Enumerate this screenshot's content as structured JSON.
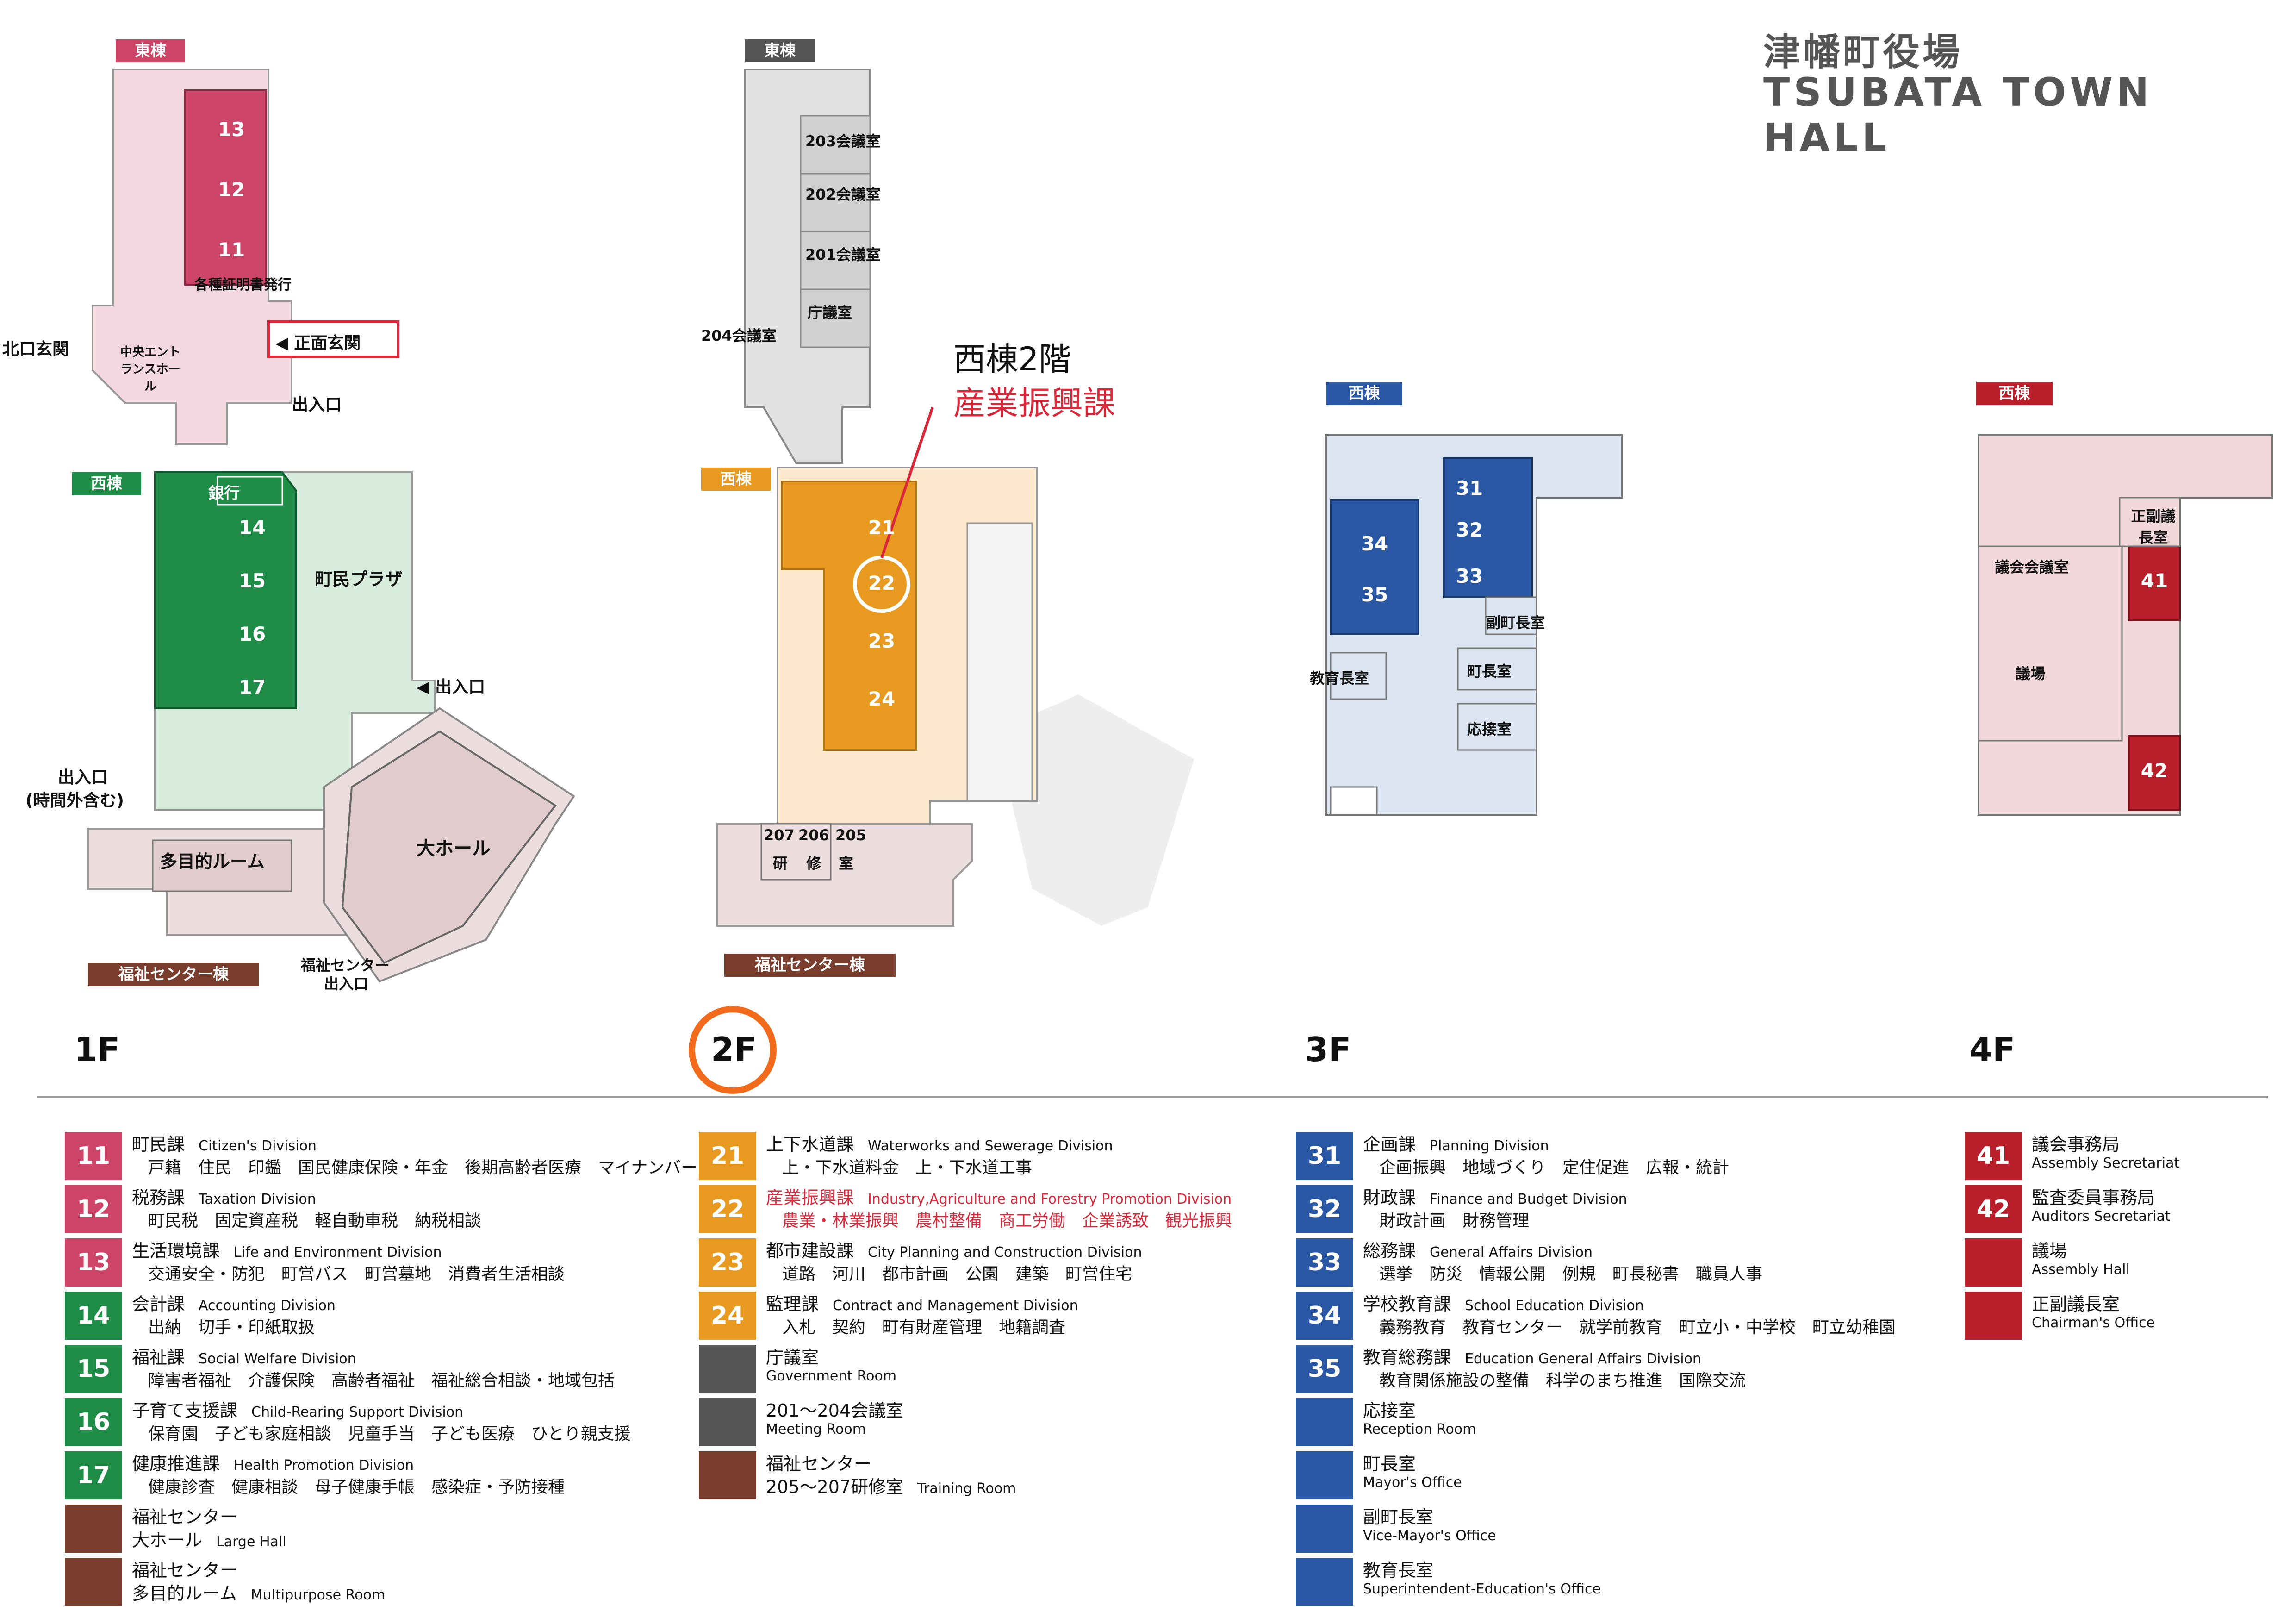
{
  "title_jp": "津幡町役場",
  "title_en": "TSUBATA TOWN HALL",
  "colors": {
    "pink": "#cc4466",
    "green": "#1e8b46",
    "orange": "#e89a20",
    "blue": "#2957a4",
    "darkred": "#b81f2a",
    "gray": "#555555",
    "brown": "#7a3e2e"
  },
  "f1": {
    "east_tag": "東棟",
    "west_tag": "西棟",
    "fukushi_tag": "福祉センター棟",
    "certificate": "各種証明書発行",
    "north_entrance": "北口玄関",
    "main_entrance": "正面玄関",
    "entrance_hall": "中央エントランスホール",
    "entrance": "出入口",
    "bank": "銀行",
    "plaza": "町民プラザ",
    "after_hours_1": "出入口",
    "after_hours_2": "(時間外含む)",
    "multi_room": "多目的ルーム",
    "big_hall": "大ホール",
    "fc_entrance_1": "福祉センター",
    "fc_entrance_2": "出入口",
    "rooms": [
      "13",
      "12",
      "11",
      "14",
      "15",
      "16",
      "17"
    ],
    "floor_label": "1F"
  },
  "f2": {
    "east_tag": "東棟",
    "west_tag": "西棟",
    "fukushi_tag": "福祉センター棟",
    "r203": "203会議室",
    "r202": "202会議室",
    "r201": "201会議室",
    "chogi": "庁議室",
    "r204": "204会議室",
    "callout_1": "西棟2階",
    "callout_2": "産業振興課",
    "rooms": [
      "21",
      "22",
      "23",
      "24"
    ],
    "training_nums": [
      "207",
      "206",
      "205"
    ],
    "training_chars": [
      "研",
      "修",
      "室"
    ],
    "floor_label": "2F"
  },
  "f3": {
    "west_tag": "西棟",
    "rooms": [
      "34",
      "35",
      "31",
      "32",
      "33"
    ],
    "vice_mayor": "副町長室",
    "mayor": "町長室",
    "reception": "応接室",
    "edu_chief": "教育長室",
    "floor_label": "3F"
  },
  "f4": {
    "west_tag": "西棟",
    "chairman": "正副議長室",
    "council_room": "議会会議室",
    "assembly": "議場",
    "rooms": [
      "41",
      "42"
    ],
    "floor_label": "4F"
  },
  "legend": [
    {
      "num": "11",
      "name": "町民課",
      "en": "Citizen's Division",
      "sub": "戸籍　住民　印鑑　国民健康保険・年金　後期高齢者医療　マイナンバー",
      "color": "pink"
    },
    {
      "num": "12",
      "name": "税務課",
      "en": "Taxation Division",
      "sub": "町民税　固定資産税　軽自動車税　納税相談",
      "color": "pink"
    },
    {
      "num": "13",
      "name": "生活環境課",
      "en": "Life and Environment Division",
      "sub": "交通安全・防犯　町営バス　町営墓地　消費者生活相談",
      "color": "pink"
    },
    {
      "num": "14",
      "name": "会計課",
      "en": "Accounting Division",
      "sub": "出納　切手・印紙取扱",
      "color": "green"
    },
    {
      "num": "15",
      "name": "福祉課",
      "en": "Social Welfare Division",
      "sub": "障害者福祉　介護保険　高齢者福祉　福祉総合相談・地域包括",
      "color": "green"
    },
    {
      "num": "16",
      "name": "子育て支援課",
      "en": "Child-Rearing Support Division",
      "sub": "保育園　子ども家庭相談　児童手当　子ども医療　ひとり親支援",
      "color": "green"
    },
    {
      "num": "17",
      "name": "健康推進課",
      "en": "Health Promotion Division",
      "sub": "健康診査　健康相談　母子健康手帳　感染症・予防接種",
      "color": "green"
    },
    {
      "num": "",
      "name": "福祉センター",
      "en": "",
      "sub": "",
      "line2": "大ホール",
      "en2": "Large Hall",
      "color": "brown"
    },
    {
      "num": "",
      "name": "福祉センター",
      "en": "",
      "sub": "",
      "line2": "多目的ルーム",
      "en2": "Multipurpose Room",
      "color": "brown"
    },
    {
      "num": "21",
      "name": "上下水道課",
      "en": "Waterworks and Sewerage Division",
      "sub": "上・下水道料金　上・下水道工事",
      "color": "orange"
    },
    {
      "num": "22",
      "name": "産業振興課",
      "en": "Industry,Agriculture and Forestry Promotion Division",
      "sub": "農業・林業振興　農村整備　商工労働　企業誘致　観光振興",
      "color": "orange",
      "highlight": true
    },
    {
      "num": "23",
      "name": "都市建設課",
      "en": "City Planning and Construction Division",
      "sub": "道路　河川　都市計画　公園　建築　町営住宅",
      "color": "orange"
    },
    {
      "num": "24",
      "name": "監理課",
      "en": "Contract and Management Division",
      "sub": "入札　契約　町有財産管理　地籍調査",
      "color": "orange"
    },
    {
      "num": "",
      "name": "庁議室",
      "en": "",
      "sub": "",
      "en_line": "Government Room",
      "color": "gray"
    },
    {
      "num": "",
      "name": "201～204会議室",
      "en": "",
      "sub": "",
      "en_line": "Meeting Room",
      "color": "gray"
    },
    {
      "num": "",
      "name": "福祉センター",
      "en": "",
      "sub": "",
      "line2": "205～207研修室",
      "en2": "Training Room",
      "color": "brown"
    },
    {
      "num": "31",
      "name": "企画課",
      "en": "Planning Division",
      "sub": "企画振興　地域づくり　定住促進　広報・統計",
      "color": "blue"
    },
    {
      "num": "32",
      "name": "財政課",
      "en": "Finance and Budget Division",
      "sub": "財政計画　財務管理",
      "color": "blue"
    },
    {
      "num": "33",
      "name": "総務課",
      "en": "General Affairs Division",
      "sub": "選挙　防災　情報公開　例規　町長秘書　職員人事",
      "color": "blue"
    },
    {
      "num": "34",
      "name": "学校教育課",
      "en": "School Education Division",
      "sub": "義務教育　教育センター　就学前教育　町立小・中学校　町立幼稚園",
      "color": "blue"
    },
    {
      "num": "35",
      "name": "教育総務課",
      "en": "Education General Affairs Division",
      "sub": "教育関係施設の整備　科学のまち推進　国際交流",
      "color": "blue"
    },
    {
      "num": "",
      "name": "応接室",
      "en": "",
      "sub": "",
      "en_line": "Reception Room",
      "color": "blue"
    },
    {
      "num": "",
      "name": "町長室",
      "en": "",
      "sub": "",
      "en_line": "Mayor's Office",
      "color": "blue"
    },
    {
      "num": "",
      "name": "副町長室",
      "en": "",
      "sub": "",
      "en_line": "Vice-Mayor's Office",
      "color": "blue"
    },
    {
      "num": "",
      "name": "教育長室",
      "en": "",
      "sub": "",
      "en_line": "Superintendent-Education's Office",
      "color": "blue"
    },
    {
      "num": "41",
      "name": "議会事務局",
      "en": "",
      "sub": "",
      "en_line": "Assembly Secretariat",
      "color": "darkred"
    },
    {
      "num": "42",
      "name": "監査委員事務局",
      "en": "",
      "sub": "",
      "en_line": "Auditors Secretariat",
      "color": "darkred"
    },
    {
      "num": "",
      "name": "議場",
      "en": "",
      "sub": "",
      "en_line": "Assembly Hall",
      "color": "darkred"
    },
    {
      "num": "",
      "name": "正副議長室",
      "en": "",
      "sub": "",
      "en_line": "Chairman's Office",
      "color": "darkred"
    }
  ]
}
